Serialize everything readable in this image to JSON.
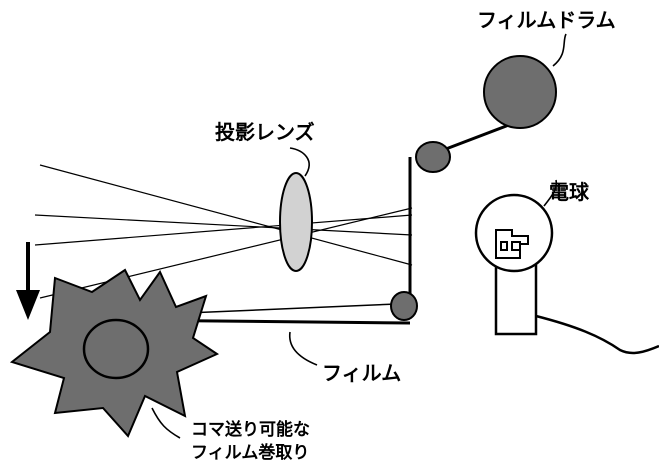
{
  "labels": {
    "film_drum": "フィルムドラム",
    "projection_lens": "投影レンズ",
    "bulb": "電球",
    "film": "フィルム",
    "takeup_line1": "コマ送り可能な",
    "takeup_line2": "フィルム巻取り"
  },
  "colors": {
    "gray_fill": "#6e6e6e",
    "lens_fill": "#d2d2d2",
    "line": "#000000",
    "background": "#ffffff"
  },
  "icons": [
    "down-arrow-icon",
    "sprocket-gear-icon",
    "bulb-icon"
  ]
}
